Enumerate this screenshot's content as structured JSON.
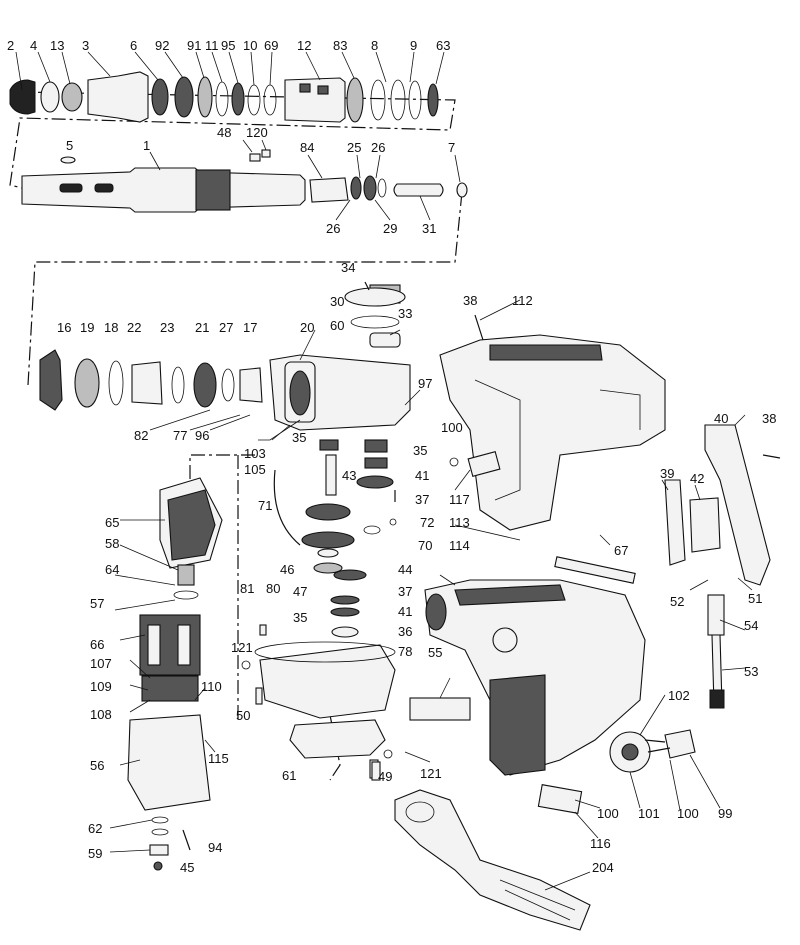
{
  "labels": {
    "p2": "2",
    "p4": "4",
    "p13": "13",
    "p3": "3",
    "p6": "6",
    "p92": "92",
    "p91": "91",
    "p11": "11",
    "p95": "95",
    "p10": "10",
    "p69": "69",
    "p12": "12",
    "p83": "83",
    "p8": "8",
    "p9": "9",
    "p63": "63",
    "p5": "5",
    "p1": "1",
    "p48": "48",
    "p120": "120",
    "p84": "84",
    "p25": "25",
    "p26a": "26",
    "p7": "7",
    "p26b": "26",
    "p29": "29",
    "p31": "31",
    "p34": "34",
    "p30": "30",
    "p60": "60",
    "p33": "33",
    "p38a": "38",
    "p112": "112",
    "p16": "16",
    "p19": "19",
    "p18": "18",
    "p22": "22",
    "p23": "23",
    "p21": "21",
    "p27": "27",
    "p17": "17",
    "p20": "20",
    "p97": "97",
    "p82": "82",
    "p77": "77",
    "p96": "96",
    "p35a": "35",
    "p103": "103",
    "p105": "105",
    "p35b": "35",
    "p100a": "100",
    "p43": "43",
    "p41a": "41",
    "p37a": "37",
    "p71": "71",
    "p72": "72",
    "p117": "117",
    "p40": "40",
    "p38b": "38",
    "p39": "39",
    "p42": "42",
    "p65": "65",
    "p70": "70",
    "p113": "113",
    "p114": "114",
    "p67": "67",
    "p58": "58",
    "p46": "46",
    "p44": "44",
    "p64": "64",
    "p47": "47",
    "p37b": "37",
    "p52": "52",
    "p51": "51",
    "p57": "57",
    "p81": "81",
    "p80": "80",
    "p41b": "41",
    "p54": "54",
    "p35c": "35",
    "p36": "36",
    "p66": "66",
    "p121a": "121",
    "p78": "78",
    "p55": "55",
    "p53": "53",
    "p107": "107",
    "p109": "109",
    "p110": "110",
    "p108": "108",
    "p50": "50",
    "p102": "102",
    "p56": "56",
    "p115": "115",
    "p61": "61",
    "p49": "49",
    "p121b": "121",
    "p100b": "100",
    "p101": "101",
    "p100c": "100",
    "p99": "99",
    "p62": "62",
    "p116": "116",
    "p94": "94",
    "p59": "59",
    "p45": "45",
    "p204": "204"
  }
}
